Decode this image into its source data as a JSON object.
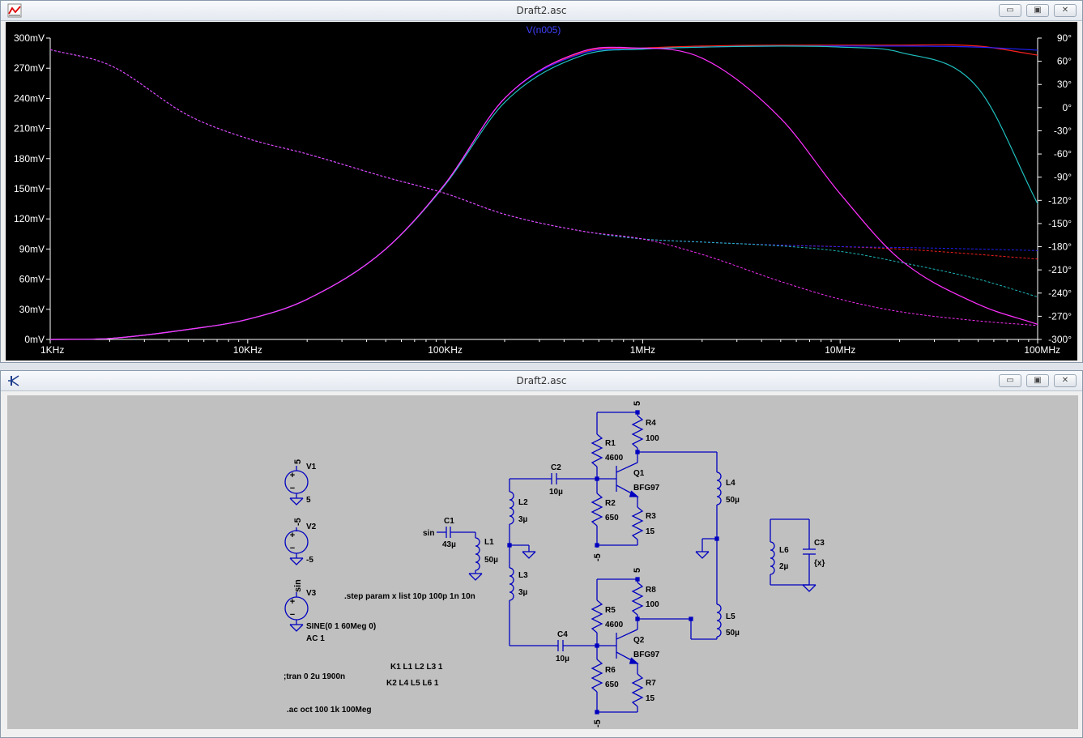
{
  "waveform_window": {
    "title": "Draft2.asc",
    "trace_title": "V(n005)",
    "minimize": "▭",
    "restore": "▣",
    "close": "✕"
  },
  "schematic_window": {
    "title": "Draft2.asc",
    "minimize": "▭",
    "restore": "▣",
    "close": "✕"
  },
  "chart_data": {
    "type": "line",
    "title": "V(n005)",
    "x_scale": "log",
    "x_ticks": [
      "1KHz",
      "10KHz",
      "100KHz",
      "1MHz",
      "10MHz",
      "100MHz"
    ],
    "y_left_ticks": [
      "300mV",
      "270mV",
      "240mV",
      "210mV",
      "180mV",
      "150mV",
      "120mV",
      "90mV",
      "60mV",
      "30mV",
      "0mV"
    ],
    "y_right_ticks": [
      "90°",
      "60°",
      "30°",
      "0°",
      "-30°",
      "-60°",
      "-90°",
      "-120°",
      "-150°",
      "-180°",
      "-210°",
      "-240°",
      "-270°",
      "-300°"
    ],
    "xlim_hz": [
      1000,
      100000000
    ],
    "ylim_mv": [
      0,
      300
    ],
    "ylim_deg": [
      -300,
      90
    ],
    "grid": false,
    "background": "#000000",
    "x_hz": [
      1000,
      2000,
      5000,
      10000,
      20000,
      50000,
      100000,
      200000,
      500000,
      1000000,
      2000000,
      5000000,
      10000000,
      20000000,
      50000000,
      100000000
    ],
    "series": [
      {
        "color": "#ff2020",
        "magnitude_mv": [
          0,
          1,
          10,
          20,
          40,
          90,
          155,
          240,
          286,
          290,
          292,
          293,
          293,
          293,
          292,
          283
        ],
        "phase_deg": [
          75,
          55,
          -10,
          -40,
          -60,
          -90,
          -111,
          -138,
          -160,
          -170,
          -174,
          -178,
          -180,
          -183,
          -190,
          -196
        ]
      },
      {
        "color": "#2020ff",
        "magnitude_mv": [
          0,
          1,
          10,
          20,
          40,
          90,
          155,
          240,
          285,
          289,
          291,
          292,
          292,
          292,
          291,
          288
        ],
        "phase_deg": [
          75,
          55,
          -10,
          -40,
          -60,
          -90,
          -111,
          -138,
          -160,
          -170,
          -174,
          -178,
          -180,
          -181,
          -183,
          -185
        ]
      },
      {
        "color": "#20c0c0",
        "magnitude_mv": [
          0,
          1,
          10,
          20,
          40,
          90,
          154,
          236,
          283,
          289,
          291,
          292,
          291,
          286,
          250,
          135
        ],
        "phase_deg": [
          75,
          55,
          -10,
          -40,
          -60,
          -90,
          -111,
          -138,
          -160,
          -170,
          -174,
          -179,
          -186,
          -200,
          -222,
          -245
        ]
      },
      {
        "color": "#ff30ff",
        "magnitude_mv": [
          0,
          1,
          10,
          20,
          40,
          90,
          155,
          240,
          287,
          290,
          280,
          220,
          145,
          80,
          35,
          15
        ],
        "phase_deg": [
          75,
          55,
          -10,
          -40,
          -60,
          -90,
          -111,
          -138,
          -160,
          -170,
          -190,
          -225,
          -248,
          -264,
          -276,
          -282
        ]
      }
    ]
  },
  "schematic": {
    "sources": {
      "v1": {
        "ref": "V1",
        "net": "5",
        "value": "5"
      },
      "v2": {
        "ref": "V2",
        "net": "-5",
        "value": "-5"
      },
      "v3": {
        "ref": "V3",
        "net": "sin",
        "value1": "SINE(0 1 60Meg 0)",
        "value2": "AC 1"
      }
    },
    "input": {
      "net": "sin",
      "c1": {
        "ref": "C1",
        "value": "43µ"
      },
      "l1": {
        "ref": "L1",
        "value": "50µ"
      }
    },
    "upper_stage": {
      "supply": "5",
      "ground": "-5",
      "r1": {
        "ref": "R1",
        "value": "4600"
      },
      "r2": {
        "ref": "R2",
        "value": "650"
      },
      "r3": {
        "ref": "R3",
        "value": "15"
      },
      "r4": {
        "ref": "R4",
        "value": "100"
      },
      "c2": {
        "ref": "C2",
        "value": "10µ"
      },
      "q1": {
        "ref": "Q1",
        "value": "BFG97"
      },
      "l2": {
        "ref": "L2",
        "value": "3µ"
      },
      "l4": {
        "ref": "L4",
        "value": "50µ"
      }
    },
    "lower_stage": {
      "supply": "5",
      "ground": "-5",
      "r5": {
        "ref": "R5",
        "value": "4600"
      },
      "r6": {
        "ref": "R6",
        "value": "650"
      },
      "r7": {
        "ref": "R7",
        "value": "15"
      },
      "r8": {
        "ref": "R8",
        "value": "100"
      },
      "c4": {
        "ref": "C4",
        "value": "10µ"
      },
      "q2": {
        "ref": "Q2",
        "value": "BFG97"
      },
      "l3": {
        "ref": "L3",
        "value": "3µ"
      },
      "l5": {
        "ref": "L5",
        "value": "50µ"
      }
    },
    "tank": {
      "l6": {
        "ref": "L6",
        "value": "2µ"
      },
      "c3": {
        "ref": "C3",
        "value": "{x}"
      }
    },
    "directives": {
      "step": ".step param x list 10p 100p 1n 10n",
      "k1": "K1 L1 L2 L3 1",
      "k2": "K2 L4 L5 L6 1",
      "tran": ";tran 0 2u 1900n",
      "ac": ".ac oct 100 1k 100Meg"
    }
  }
}
